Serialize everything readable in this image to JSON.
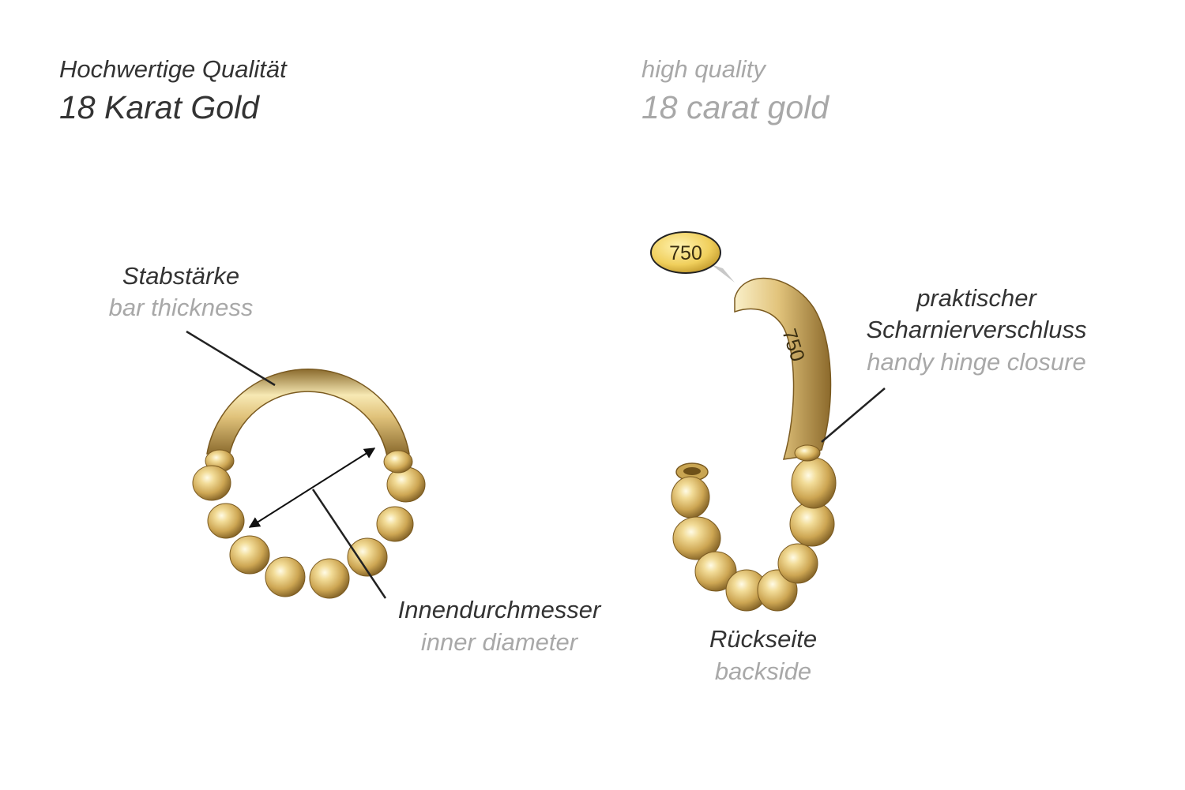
{
  "header": {
    "german": {
      "line1": "Hochwertige Qualität",
      "line2": "18 Karat Gold"
    },
    "english": {
      "line1": "high quality",
      "line2": "18 carat gold"
    }
  },
  "labels": {
    "bar_thickness": {
      "de": "Stabstärke",
      "en": "bar thickness"
    },
    "inner_diameter": {
      "de": "Innendurchmesser",
      "en": "inner diameter"
    },
    "backside": {
      "de": "Rückseite",
      "en": "backside"
    },
    "hinge": {
      "de_line1": "praktischer",
      "de_line2": "Scharnierverschluss",
      "en": "handy hinge closure"
    }
  },
  "stamp": {
    "text": "750"
  },
  "colors": {
    "german_text": "#333333",
    "english_text": "#a8a8a8",
    "gold_light": "#f4e3a4",
    "gold_mid": "#d9b767",
    "gold_dark": "#8c6a2c"
  },
  "icons": {
    "front_view": "beaded-hinged-ring",
    "back_view": "open-hinged-ring",
    "hallmark": "750-stamp-badge"
  }
}
